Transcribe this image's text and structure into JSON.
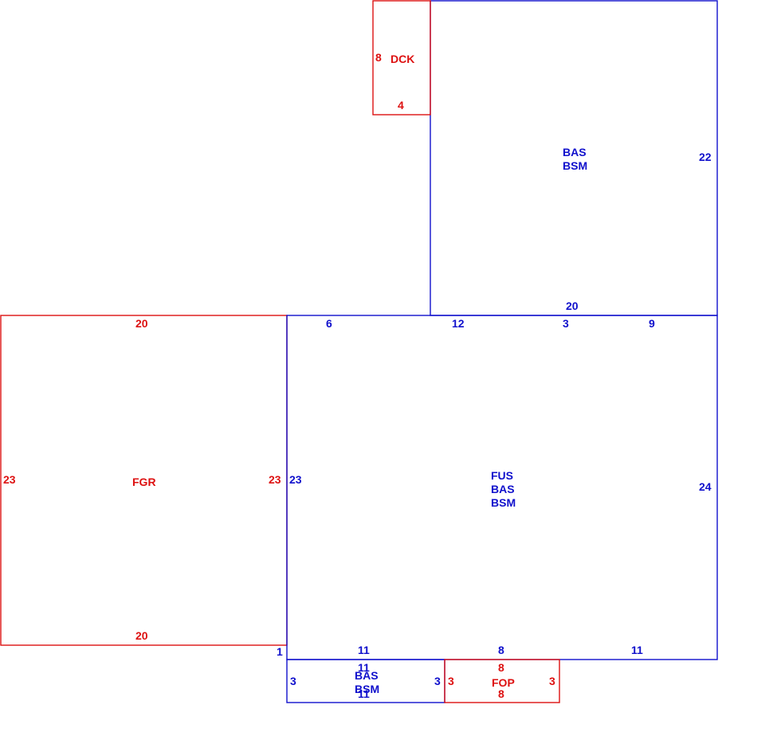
{
  "colors": {
    "living": "#1010cc",
    "accessory": "#dd1111"
  },
  "areas": {
    "upper": {
      "codes": [
        "BAS",
        "BSM"
      ],
      "right": "22",
      "bottom": "20"
    },
    "deck": {
      "code": "DCK",
      "left": "8",
      "bottom": "4"
    },
    "garage": {
      "code": "FGR",
      "top": "20",
      "left": "23",
      "right": "23",
      "bottom": "20"
    },
    "main": {
      "codes": [
        "FUS",
        "BAS",
        "BSM"
      ],
      "top_a": "6",
      "top_b": "12",
      "top_c": "3",
      "top_d": "9",
      "left": "23",
      "right": "24",
      "bottom_a": "11",
      "bottom_b": "8",
      "bottom_c": "11",
      "corner": "1"
    },
    "lower": {
      "codes": [
        "BAS",
        "BSM"
      ],
      "top": "11",
      "bottom": "11",
      "left": "3",
      "right": "3"
    },
    "porch": {
      "code": "FOP",
      "top": "8",
      "bottom": "8",
      "left": "3",
      "right": "3"
    }
  }
}
